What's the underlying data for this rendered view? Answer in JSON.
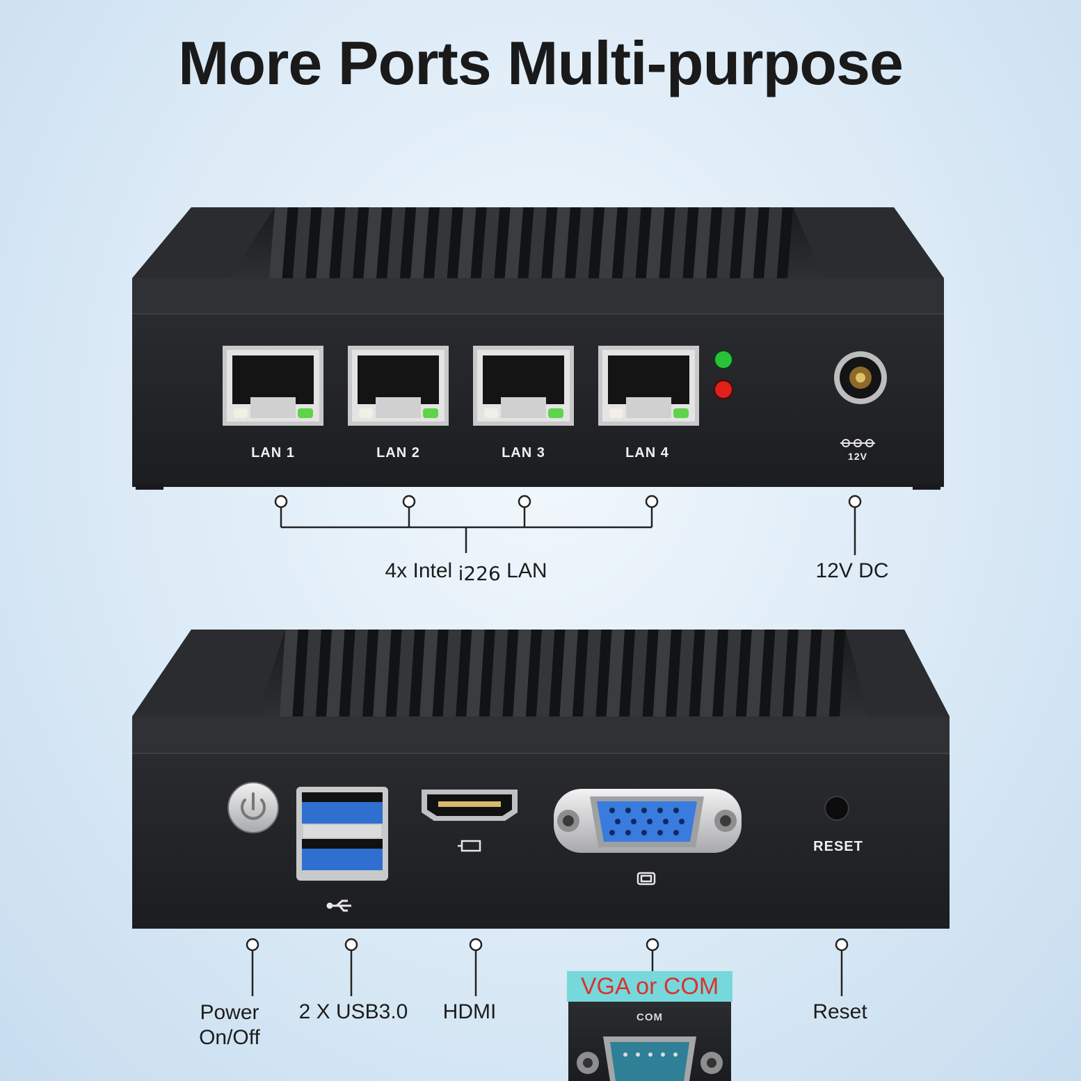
{
  "title": "More Ports Multi-purpose",
  "top_device": {
    "ports": [
      "LAN 1",
      "LAN 2",
      "LAN 3",
      "LAN 4"
    ],
    "dc_mark": "12V",
    "callouts": {
      "lan_prefix": "4x Intel",
      "lan_chip": "i226",
      "lan_suffix": "LAN",
      "dc": "12V DC"
    }
  },
  "bottom_device": {
    "reset_mark": "RESET",
    "callouts": {
      "power_line1": "Power",
      "power_line2": "On/Off",
      "usb": "2 X USB3.0",
      "hdmi": "HDMI",
      "vga": "VGA or COM",
      "reset": "Reset"
    },
    "com_mark": "COM"
  },
  "colors": {
    "chassis": "#24262a",
    "fins": "#1d1f22",
    "usb_blue": "#2f6fd0",
    "vga_blue": "#3a7be0",
    "led_green": "#27c13a",
    "led_red": "#e0201a",
    "banner_bg": "#77d8dc",
    "banner_text": "#d8332c"
  }
}
